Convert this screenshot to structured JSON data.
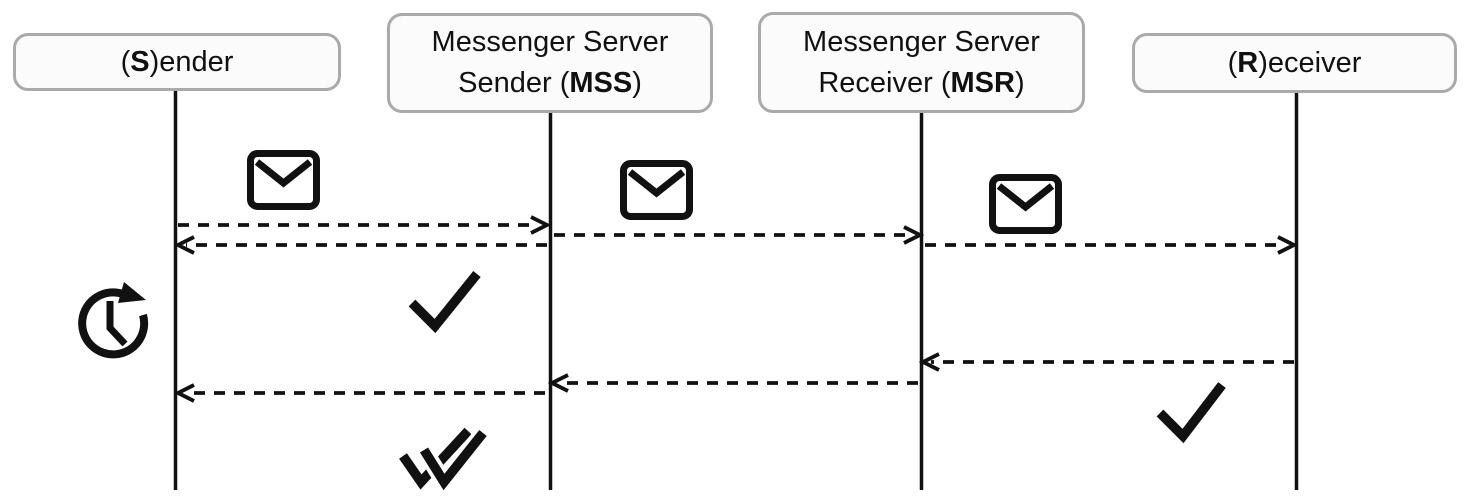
{
  "diagram": {
    "type": "sequence-diagram",
    "actors": [
      {
        "id": "sender",
        "label": "(S)ender",
        "segments": [
          [
            {
              "t": "("
            },
            {
              "t": "S",
              "b": true
            },
            {
              "t": ")ender"
            }
          ]
        ]
      },
      {
        "id": "mss",
        "label": "Messenger Server Sender (MSS)",
        "segments": [
          [
            {
              "t": "Messenger Server"
            }
          ],
          [
            {
              "t": "Sender ("
            },
            {
              "t": "MSS",
              "b": true
            },
            {
              "t": ")"
            }
          ]
        ]
      },
      {
        "id": "msr",
        "label": "Messenger Server Receiver (MSR)",
        "segments": [
          [
            {
              "t": "Messenger Server"
            }
          ],
          [
            {
              "t": "Receiver ("
            },
            {
              "t": "MSR",
              "b": true
            },
            {
              "t": ")"
            }
          ]
        ]
      },
      {
        "id": "receiver",
        "label": "(R)eceiver",
        "segments": [
          [
            {
              "t": "("
            },
            {
              "t": "R",
              "b": true
            },
            {
              "t": ")eceiver"
            }
          ]
        ]
      }
    ],
    "messages": [
      {
        "from": "sender",
        "to": "mss",
        "line": "dashed",
        "icon": "envelope-icon"
      },
      {
        "from": "mss",
        "to": "sender",
        "line": "dashed",
        "icon": null
      },
      {
        "from": "mss",
        "to": "msr",
        "line": "dashed",
        "icon": "envelope-icon"
      },
      {
        "from": "msr",
        "to": "receiver",
        "line": "dashed",
        "icon": "envelope-icon"
      },
      {
        "from": "receiver",
        "to": "msr",
        "line": "dashed",
        "icon": null
      },
      {
        "from": "msr",
        "to": "mss",
        "line": "dashed",
        "icon": null
      },
      {
        "from": "mss",
        "to": "sender",
        "line": "dashed",
        "icon": null
      }
    ],
    "icons": [
      {
        "name": "envelope-icon",
        "count": 3
      },
      {
        "name": "clock-timer-icon",
        "count": 1
      },
      {
        "name": "single-check-icon",
        "count": 2
      },
      {
        "name": "double-check-icon",
        "count": 1
      }
    ],
    "colors": {
      "ink": "#111111",
      "box_border": "#aaaaaa",
      "box_fill": "#fbfbfb",
      "background": "#ffffff"
    }
  }
}
